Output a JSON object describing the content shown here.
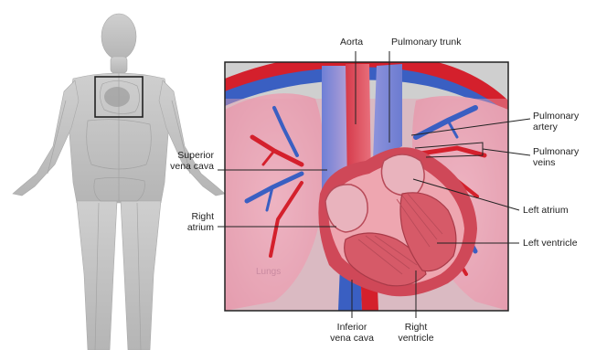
{
  "labels": {
    "aorta": "Aorta",
    "pulmonary_trunk": "Pulmonary trunk",
    "pulmonary_artery_1": "Pulmonary",
    "pulmonary_artery_2": "artery",
    "pulmonary_veins_1": "Pulmonary",
    "pulmonary_veins_2": "veins",
    "superior_vena_cava_1": "Superior",
    "superior_vena_cava_2": "vena cava",
    "right_atrium_1": "Right",
    "right_atrium_2": "atrium",
    "left_atrium": "Left atrium",
    "left_ventricle": "Left ventricle",
    "inferior_vena_cava_1": "Inferior",
    "inferior_vena_cava_2": "vena cava",
    "right_ventricle_1": "Right",
    "right_ventricle_2": "ventricle",
    "lungs": "Lungs"
  },
  "colors": {
    "oxygenated": "#d4202c",
    "deoxygenated": "#3a5fc2",
    "lung_pink": "#e9a3b4",
    "heart_wall": "#c9404f",
    "figure_gray": "#b8b8b8",
    "frame": "#222222"
  }
}
